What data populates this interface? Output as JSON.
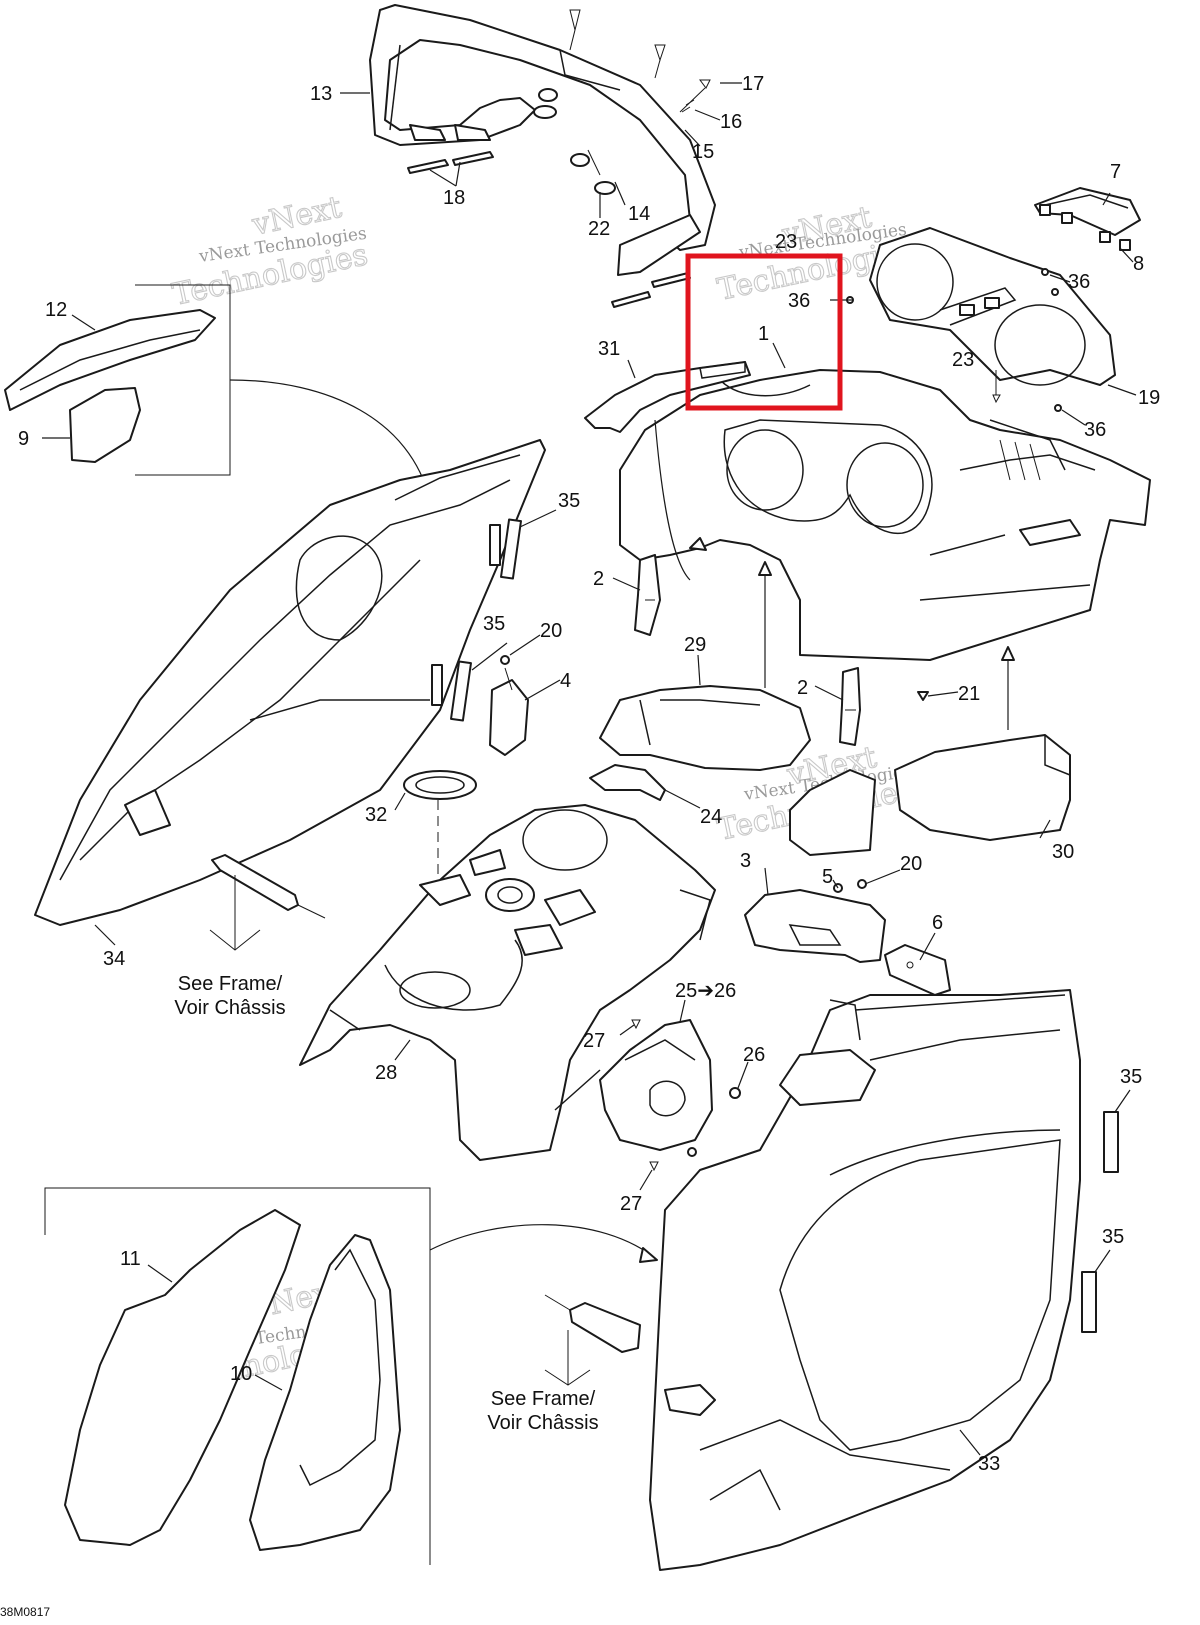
{
  "callouts": {
    "c1": "1",
    "c2a": "2",
    "c2b": "2",
    "c3": "3",
    "c4": "4",
    "c5": "5",
    "c6": "6",
    "c7": "7",
    "c8": "8",
    "c9": "9",
    "c10": "10",
    "c11": "11",
    "c12": "12",
    "c13": "13",
    "c14": "14",
    "c15": "15",
    "c16": "16",
    "c17": "17",
    "c18": "18",
    "c19": "19",
    "c20a": "20",
    "c20b": "20",
    "c21": "21",
    "c22": "22",
    "c23a": "23",
    "c23b": "23",
    "c24": "24",
    "c25": "25➔26",
    "c26": "26",
    "c27a": "27",
    "c27b": "27",
    "c28": "28",
    "c29": "29",
    "c30": "30",
    "c31": "31",
    "c32": "32",
    "c33": "33",
    "c34": "34",
    "c35a": "35",
    "c35b": "35",
    "c35c": "35",
    "c35d": "35",
    "c36a": "36",
    "c36b": "36",
    "c36c": "36"
  },
  "notes": {
    "see_frame_1_line1": "See Frame/",
    "see_frame_1_line2": "Voir Châssis",
    "see_frame_2_line1": "See Frame/",
    "see_frame_2_line2": "Voir Châssis"
  },
  "watermark": {
    "line1": "vNext",
    "line2": "vNext Technologies",
    "line3": "Technologies"
  },
  "drawing_code": "38M0817",
  "highlight": {
    "color": "#e0141e"
  }
}
